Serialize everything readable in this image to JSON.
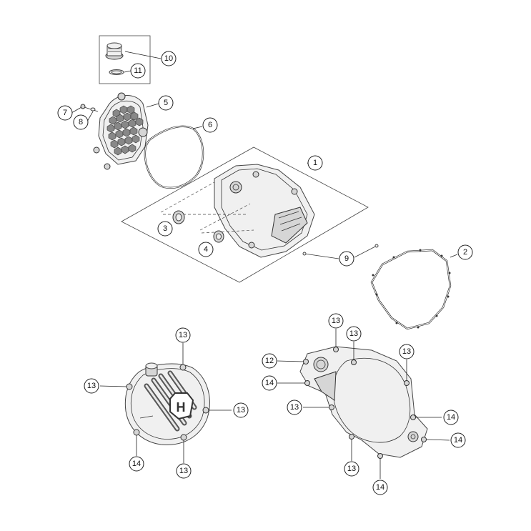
{
  "callouts": {
    "c1": "1",
    "c2": "2",
    "c3": "3",
    "c4": "4",
    "c5": "5",
    "c6": "6",
    "c7": "7",
    "c8": "8",
    "c9": "9",
    "c10": "10",
    "c11": "11",
    "left13a": "13",
    "left13b": "13",
    "left13c": "13",
    "left13d": "13",
    "left14": "14",
    "r13a": "13",
    "r13b": "13",
    "r13c": "13",
    "r13d": "13",
    "r13e": "13",
    "r12": "12",
    "r14a": "14",
    "r14b": "14",
    "r14c": "14",
    "r14d": "14"
  },
  "logo": {
    "letter": "H"
  }
}
